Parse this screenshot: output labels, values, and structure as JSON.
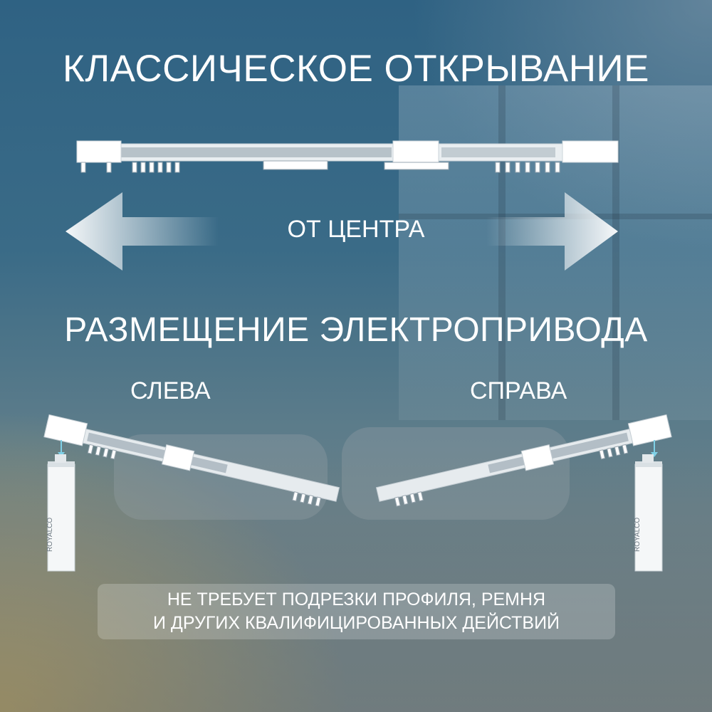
{
  "headline": "КЛАССИЧЕСКОЕ ОТКРЫВАНИЕ",
  "opening_mode": "ОТ ЦЕНТРА",
  "motor_heading": "РАЗМЕЩЕНИЕ ЭЛЕКТРОПРИВОДА",
  "motor_left": "СЛЕВА",
  "motor_right": "СПРАВА",
  "notice_line1": "НЕ ТРЕБУЕТ ПОДРЕЗКИ ПРОФИЛЯ, РЕМНЯ",
  "notice_line2": "И ДРУГИХ КВАЛИФИЦИРОВАННЫХ ДЕЙСТВИЙ",
  "motor_brand": "ROYALCO"
}
